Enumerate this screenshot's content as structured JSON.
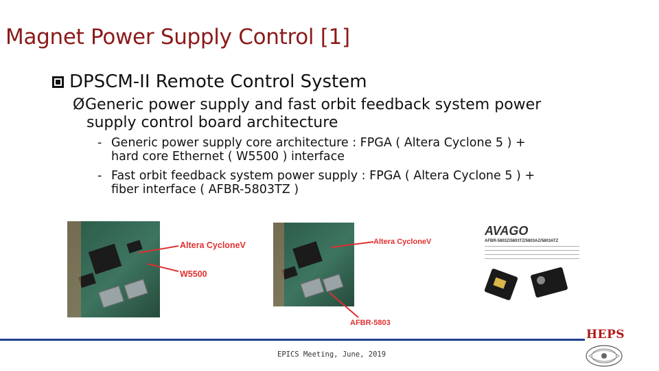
{
  "slide": {
    "title": "Magnet Power Supply Control [1]",
    "bullet1": "DPSCM-II Remote Control System",
    "bullet2_line1": "Generic power supply and fast orbit feedback system power",
    "bullet2_line2": "supply control  board architecture",
    "sub1_line1": "Generic power supply core architecture  :  FPGA  ( Altera Cyclone 5  ) +",
    "sub1_line2": "hard core Ethernet ( W5500 ) interface",
    "sub2_line1": "Fast orbit feedback system power supply  : FPGA  ( Altera  Cyclone 5  ) +",
    "sub2_line2": "fiber interface  ( AFBR-5803TZ )",
    "dash": "-",
    "arrow": "Ø"
  },
  "images": {
    "left_label_fpga": "Altera CycloneV",
    "left_label_eth": "W5500",
    "right_label_fpga": "Altera CycloneV",
    "right_label_fiber": "AFBR-5803",
    "avago_brand": "AVAGO",
    "avago_part": "AFBR-5803Z/5803TZ/5803AZ/5803ATZ"
  },
  "footer": {
    "text": "EPICS Meeting,  June, 2019",
    "brand": "HEPS"
  },
  "colors": {
    "title": "#8b1a1a",
    "footer_line": "#1f3f8f",
    "annotation": "#e03030",
    "brand": "#b01818"
  }
}
